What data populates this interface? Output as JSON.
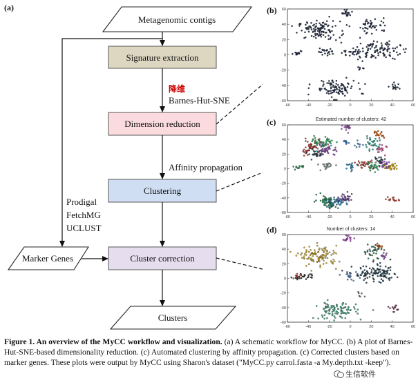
{
  "panel_labels": {
    "a": "(a)",
    "b": "(b)",
    "c": "(c)",
    "d": "(d)"
  },
  "flowchart": {
    "input": "Metagenomic contigs",
    "signature": "Signature extraction",
    "dimred_cn": "降维",
    "dimred_method": "Barnes-Hut-SNE",
    "dimred": "Dimension reduction",
    "clustering_method": "Affinity propagation",
    "clustering": "Clustering",
    "tools": [
      "Prodigal",
      "FetchMG",
      "UCLUST"
    ],
    "marker_genes": "Marker Genes",
    "correction": "Cluster correction",
    "output": "Clusters",
    "colors": {
      "signature_fill": "#ddd6c1",
      "dimred_fill": "#fbdbdd",
      "clustering_fill": "#cfdef3",
      "correction_fill": "#e6deee",
      "cn_label": "#cc0000"
    }
  },
  "plots": {
    "b": {
      "title": ""
    },
    "c": {
      "title": "Estimated number of clusters: 42"
    },
    "d": {
      "title": "Number of clusters: 14"
    }
  },
  "chart_data": [
    {
      "type": "scatter",
      "panel": "b",
      "title": "",
      "xlim": [
        -60,
        60
      ],
      "ylim": [
        -60,
        60
      ],
      "xticks": [
        -60,
        -40,
        -20,
        0,
        20,
        40,
        60
      ],
      "yticks": [
        -60,
        -40,
        -20,
        0,
        20,
        40,
        60
      ],
      "clusters": [
        {
          "x": -30,
          "y": 32,
          "sx": 10,
          "sy": 6,
          "n": 110,
          "color": "#1c2742"
        },
        {
          "x": -3,
          "y": 55,
          "sx": 2.5,
          "sy": 2.5,
          "n": 18,
          "color": "#1c2742"
        },
        {
          "x": 22,
          "y": 38,
          "sx": 7,
          "sy": 5,
          "n": 45,
          "color": "#1c2742"
        },
        {
          "x": -50,
          "y": 3,
          "sx": 3,
          "sy": 2,
          "n": 12,
          "color": "#1c2742"
        },
        {
          "x": -22,
          "y": 5,
          "sx": 5,
          "sy": 3,
          "n": 22,
          "color": "#1c2742"
        },
        {
          "x": 0,
          "y": 3,
          "sx": 4,
          "sy": 3,
          "n": 18,
          "color": "#1c2742"
        },
        {
          "x": 24,
          "y": 6,
          "sx": 12,
          "sy": 6,
          "n": 110,
          "color": "#1c2742"
        },
        {
          "x": -15,
          "y": -44,
          "sx": 10,
          "sy": 6,
          "n": 100,
          "color": "#1c2742"
        },
        {
          "x": 43,
          "y": -42,
          "sx": 3,
          "sy": 2,
          "n": 14,
          "color": "#1c2742"
        },
        {
          "x": 10,
          "y": -18,
          "sx": 3,
          "sy": 2,
          "n": 6,
          "color": "#1c2742"
        }
      ]
    },
    {
      "type": "scatter",
      "panel": "c",
      "title": "Estimated number of clusters: 42",
      "xlim": [
        -60,
        60
      ],
      "ylim": [
        -60,
        60
      ],
      "xticks": [
        -60,
        -40,
        -20,
        0,
        20,
        40,
        60
      ],
      "yticks": [
        -60,
        -40,
        -20,
        0,
        20,
        40,
        60
      ],
      "clusters": [
        {
          "x": -38,
          "y": 30,
          "sx": 5,
          "sy": 5,
          "n": 45,
          "color": "#c0392b"
        },
        {
          "x": -26,
          "y": 36,
          "sx": 5,
          "sy": 4,
          "n": 45,
          "color": "#27ae60"
        },
        {
          "x": -22,
          "y": 26,
          "sx": 5,
          "sy": 4,
          "n": 40,
          "color": "#8e44ad"
        },
        {
          "x": -33,
          "y": 20,
          "sx": 4,
          "sy": 3,
          "n": 25,
          "color": "#2c3e50"
        },
        {
          "x": -4,
          "y": 55,
          "sx": 2.5,
          "sy": 2.5,
          "n": 18,
          "color": "#9b59b6"
        },
        {
          "x": -4,
          "y": 36,
          "sx": 2,
          "sy": 2,
          "n": 10,
          "color": "#3f7fbf"
        },
        {
          "x": 8,
          "y": 33,
          "sx": 2,
          "sy": 2,
          "n": 8,
          "color": "#3f7fbf"
        },
        {
          "x": 26,
          "y": 46,
          "sx": 3,
          "sy": 3,
          "n": 18,
          "color": "#d35400"
        },
        {
          "x": 20,
          "y": 34,
          "sx": 4,
          "sy": 4,
          "n": 30,
          "color": "#16a085"
        },
        {
          "x": 30,
          "y": 26,
          "sx": 3,
          "sy": 3,
          "n": 16,
          "color": "#e84393"
        },
        {
          "x": -50,
          "y": 2,
          "sx": 3,
          "sy": 2,
          "n": 12,
          "color": "#1e8449"
        },
        {
          "x": -22,
          "y": 5,
          "sx": 4,
          "sy": 3,
          "n": 20,
          "color": "#7f8c8d"
        },
        {
          "x": 2,
          "y": 3,
          "sx": 3,
          "sy": 2,
          "n": 16,
          "color": "#2980b9"
        },
        {
          "x": 14,
          "y": 6,
          "sx": 4,
          "sy": 3,
          "n": 26,
          "color": "#c0392b"
        },
        {
          "x": 22,
          "y": 3,
          "sx": 4,
          "sy": 3,
          "n": 26,
          "color": "#27ae60"
        },
        {
          "x": 32,
          "y": 6,
          "sx": 4,
          "sy": 3,
          "n": 26,
          "color": "#8e44ad"
        },
        {
          "x": 40,
          "y": 2,
          "sx": 4,
          "sy": 3,
          "n": 26,
          "color": "#d4ac0d"
        },
        {
          "x": 28,
          "y": 13,
          "sx": 3,
          "sy": 2,
          "n": 16,
          "color": "#2c3e50"
        },
        {
          "x": -24,
          "y": -42,
          "sx": 4,
          "sy": 3,
          "n": 30,
          "color": "#1e8449"
        },
        {
          "x": -12,
          "y": -44,
          "sx": 5,
          "sy": 3,
          "n": 40,
          "color": "#2e86c1"
        },
        {
          "x": -4,
          "y": -40,
          "sx": 4,
          "sy": 3,
          "n": 30,
          "color": "#7d3c98"
        },
        {
          "x": -18,
          "y": -50,
          "sx": 4,
          "sy": 2,
          "n": 25,
          "color": "#117a65"
        },
        {
          "x": 42,
          "y": -42,
          "sx": 3,
          "sy": 2,
          "n": 14,
          "color": "#c0392b"
        }
      ]
    },
    {
      "type": "scatter",
      "panel": "d",
      "title": "Number of clusters: 14",
      "xlim": [
        -60,
        60
      ],
      "ylim": [
        -60,
        60
      ],
      "xticks": [
        -60,
        -40,
        -20,
        0,
        20,
        40,
        60
      ],
      "yticks": [
        -60,
        -40,
        -20,
        0,
        20,
        40,
        60
      ],
      "clusters": [
        {
          "x": -30,
          "y": 30,
          "sx": 9,
          "sy": 7,
          "n": 110,
          "color": "#c9a227"
        },
        {
          "x": -3,
          "y": 55,
          "sx": 2.5,
          "sy": 2.5,
          "n": 18,
          "color": "#b04fc0"
        },
        {
          "x": 22,
          "y": 37,
          "sx": 5,
          "sy": 5,
          "n": 35,
          "color": "#2f6f4f"
        },
        {
          "x": 28,
          "y": 44,
          "sx": 2,
          "sy": 2,
          "n": 10,
          "color": "#d35400"
        },
        {
          "x": 32,
          "y": 30,
          "sx": 2,
          "sy": 2,
          "n": 10,
          "color": "#8e44ad"
        },
        {
          "x": -45,
          "y": 2,
          "sx": 5,
          "sy": 2,
          "n": 25,
          "color": "#222222"
        },
        {
          "x": -50,
          "y": 3,
          "sx": 2,
          "sy": 1.5,
          "n": 8,
          "color": "#c0392b"
        },
        {
          "x": 0,
          "y": 3,
          "sx": 4,
          "sy": 3,
          "n": 20,
          "color": "#4a7aa8"
        },
        {
          "x": 25,
          "y": 6,
          "sx": 11,
          "sy": 6,
          "n": 110,
          "color": "#1f3b4d"
        },
        {
          "x": -14,
          "y": -44,
          "sx": 10,
          "sy": 6,
          "n": 100,
          "color": "#3e9b7a"
        },
        {
          "x": 43,
          "y": -42,
          "sx": 3,
          "sy": 2,
          "n": 14,
          "color": "#7b3f61"
        },
        {
          "x": 10,
          "y": -22,
          "sx": 2,
          "sy": 2,
          "n": 6,
          "color": "#666666"
        }
      ]
    }
  ],
  "caption": {
    "label": "Figure 1.  An overview of the MyCC workflow and visualization.",
    "text": " (a) A schematic workflow for MyCC. (b) A plot of Barnes-Hut-SNE-based dimensionality reduction. (c) Automated clustering by affinity propagation. (c) Corrected clusters based on marker genes. These plots were output by MyCC using Sharon's dataset (\"MyCC.py carrol.fasta -a My.depth.txt -keep\")."
  },
  "watermark": {
    "text": "生信软件"
  }
}
